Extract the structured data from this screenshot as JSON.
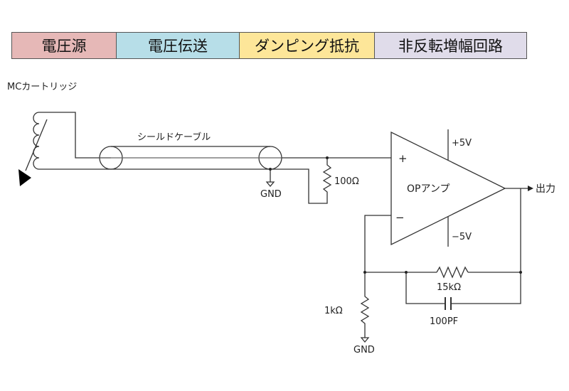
{
  "header": {
    "segments": [
      {
        "label": "電圧源",
        "color": "#e6b8b7"
      },
      {
        "label": "電圧伝送",
        "color": "#b7dee8"
      },
      {
        "label": "ダンピング抵抗",
        "color": "#fde699"
      },
      {
        "label": "非反転増幅回路",
        "color": "#e0dcea"
      }
    ]
  },
  "labels": {
    "cartridge": "MCカートリッジ",
    "cable": "シールドケーブル",
    "gnd1": "GND",
    "r_damping": "100Ω",
    "opamp": "OPアンプ",
    "plus_input": "+",
    "minus_input": "−",
    "vpos": "+5V",
    "vneg": "−5V",
    "output": "出力",
    "r_feedback": "15kΩ",
    "c_feedback": "100PF",
    "r_ground": "1kΩ",
    "gnd2": "GND"
  },
  "colors": {
    "wire": "#333333",
    "wire_grey": "#666666"
  }
}
